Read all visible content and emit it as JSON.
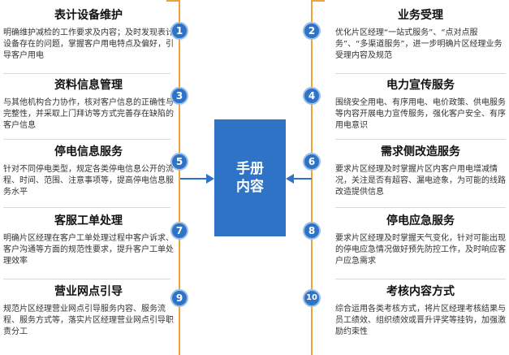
{
  "center": {
    "line1": "手册",
    "line2": "内容"
  },
  "items": [
    {
      "num": "1",
      "title": "表计设备维护",
      "desc": "明确维护减检的工作要求及内容；及时发现表计设备存在的问题，掌握客户用电特点及偏好，引导客户用电"
    },
    {
      "num": "2",
      "title": "业务受理",
      "desc": "优化片区经理“一站式服务”、“点对点服务”、“多渠道服务”，进一步明确片区经理业务受理内容及规范"
    },
    {
      "num": "3",
      "title": "资料信息管理",
      "desc": "与其他机构合力协作，核对客户信息的正确性与完整性，并采取上门拜访等方式完善存在缺陷的客户信息"
    },
    {
      "num": "4",
      "title": "电力宣传服务",
      "desc": "围绕安全用电、有序用电、电价政策、供电服务等内容开展电力宣传服务，强化客户安全、有序用电意识"
    },
    {
      "num": "5",
      "title": "停电信息服务",
      "desc": "针对不同停电类型，规定各类停电信息公开的流程、时间、范围、注意事项等，提高停电信息服务水平"
    },
    {
      "num": "6",
      "title": "需求侧改造服务",
      "desc": "要求片区经理及时掌握片区内客户用电增减情况，关注是否有超容、漏电迹象，为可能的线路改造提供信息"
    },
    {
      "num": "7",
      "title": "客服工单处理",
      "desc": "明确片区经理在客户工单处理过程中客户诉求、客户沟通等方面的规范性要求，提升客户工单处理效率"
    },
    {
      "num": "8",
      "title": "停电应急服务",
      "desc": "要求片区经理及时掌握天气变化，针对可能出现的停电应急情况做好预先防控工作，及时响应客户应急需求"
    },
    {
      "num": "9",
      "title": "营业网点引导",
      "desc": "规范片区经理营业网点引导服务内容、服务流程、服务方式等，落实片区经理营业网点引导职责分工"
    },
    {
      "num": "10",
      "title": "考核内容方式",
      "desc": "综合运用各类考核方式，将片区经理考核结果与员工绩效、组织绩效或晋升评奖等挂钩，加强激励约束性"
    }
  ],
  "colors": {
    "accent": "#2f73c6",
    "line": "#f0a23a"
  }
}
